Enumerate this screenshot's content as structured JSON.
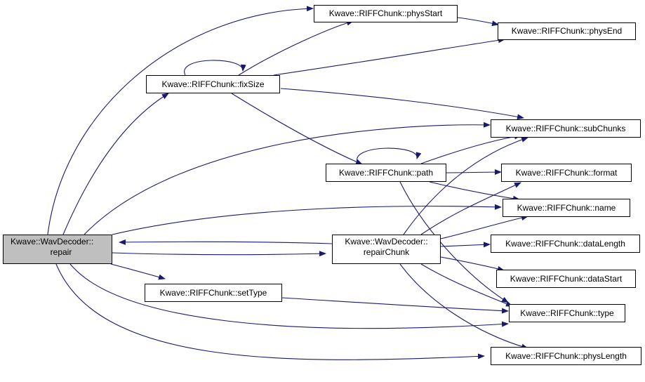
{
  "diagram": {
    "colors": {
      "edge": "#191970",
      "root_fill": "#bfbfbf",
      "node_fill": "#ffffff",
      "border": "#000000"
    },
    "nodes": {
      "wavdecoder_repair": {
        "line1": "Kwave::WavDecoder::",
        "line2": "repair"
      },
      "physstart": {
        "label": "Kwave::RIFFChunk::physStart"
      },
      "physend": {
        "label": "Kwave::RIFFChunk::physEnd"
      },
      "fixsize": {
        "label": "Kwave::RIFFChunk::fixSize"
      },
      "subchunks": {
        "label": "Kwave::RIFFChunk::subChunks"
      },
      "path": {
        "label": "Kwave::RIFFChunk::path"
      },
      "format": {
        "label": "Kwave::RIFFChunk::format"
      },
      "name": {
        "label": "Kwave::RIFFChunk::name"
      },
      "repairchunk": {
        "line1": "Kwave::WavDecoder::",
        "line2": "repairChunk"
      },
      "datalength": {
        "label": "Kwave::RIFFChunk::dataLength"
      },
      "datastart": {
        "label": "Kwave::RIFFChunk::dataStart"
      },
      "settype": {
        "label": "Kwave::RIFFChunk::setType"
      },
      "type": {
        "label": "Kwave::RIFFChunk::type"
      },
      "physlength": {
        "label": "Kwave::RIFFChunk::physLength"
      }
    }
  }
}
